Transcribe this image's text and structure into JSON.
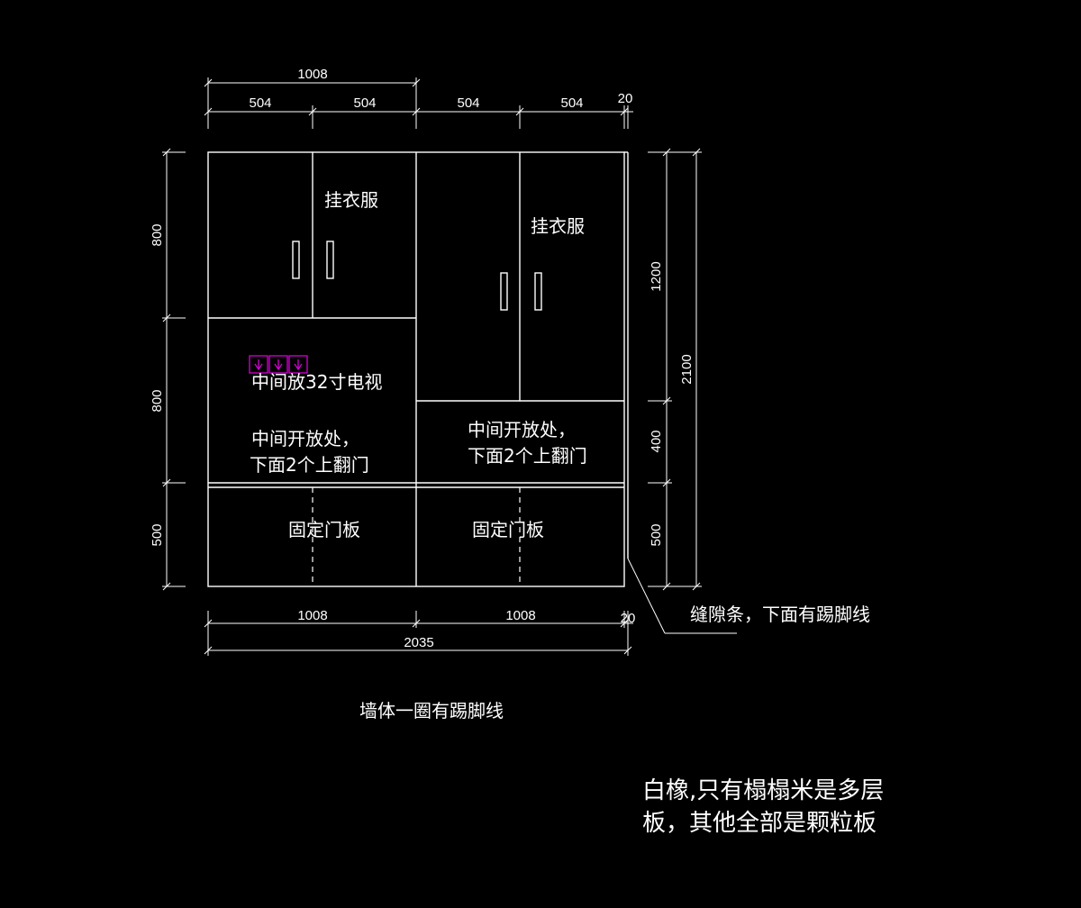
{
  "dimensions": {
    "top_total": "1008",
    "top_504_a": "504",
    "top_504_b": "504",
    "top_504_c": "504",
    "top_504_d": "504",
    "top_20": "20",
    "left_800_top": "800",
    "left_800_mid": "800",
    "left_500": "500",
    "right_1200": "1200",
    "right_400": "400",
    "right_500": "500",
    "right_2100": "2100",
    "bottom_1008_a": "1008",
    "bottom_1008_b": "1008",
    "bottom_20": "20",
    "bottom_total": "2035"
  },
  "labels": {
    "hang_clothes_left": "挂衣服",
    "hang_clothes_right": "挂衣服",
    "tv": "中间放32寸电视",
    "open_left_line1": "中间开放处，",
    "open_left_line2": "下面2个上翻门",
    "open_right_line1": "中间开放处，",
    "open_right_line2": "下面2个上翻门",
    "fixed_panel_left": "固定门板",
    "fixed_panel_right": "固定门板",
    "gap_strip": "缝隙条，下面有踢脚线",
    "wall_skirting": "墙体一圈有踢脚线"
  },
  "notes": {
    "material_line1": "白橡,只有榻榻米是多层",
    "material_line2": "板，其他全部是颗粒板"
  },
  "colors": {
    "background": "#000000",
    "lines": "#ffffff",
    "socket_symbol": "#d400d4"
  },
  "icons": [
    "socket-icon",
    "socket-icon",
    "socket-icon"
  ]
}
